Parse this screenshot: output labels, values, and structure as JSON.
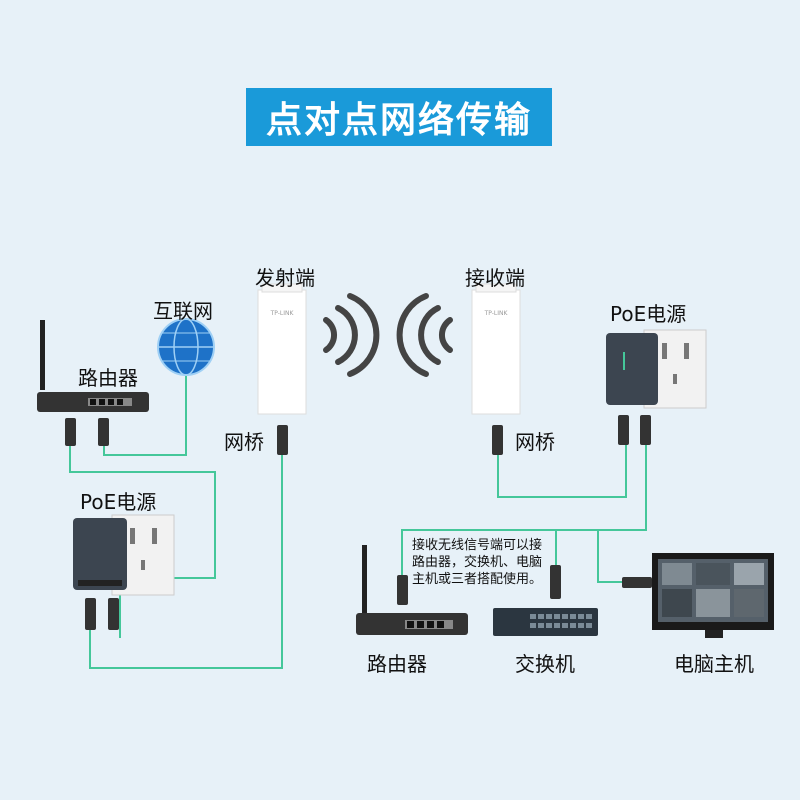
{
  "title": "点对点网络传输",
  "labels": {
    "transmitter": "发射端",
    "receiver": "接收端",
    "internet": "互联网",
    "router_top": "路由器",
    "bridge_left": "网桥",
    "bridge_right": "网桥",
    "poe_left": "PoE电源",
    "poe_right": "PoE电源",
    "router_bottom": "路由器",
    "switch": "交换机",
    "pc_host": "电脑主机"
  },
  "note": "接收无线信号端可以接路由器，交换机、电脑主机或三者搭配使用。",
  "device_brand": "TP-LINK",
  "colors": {
    "banner": "#1a9ad9",
    "cable": "#45c79a",
    "background": "#e7f1f8"
  }
}
